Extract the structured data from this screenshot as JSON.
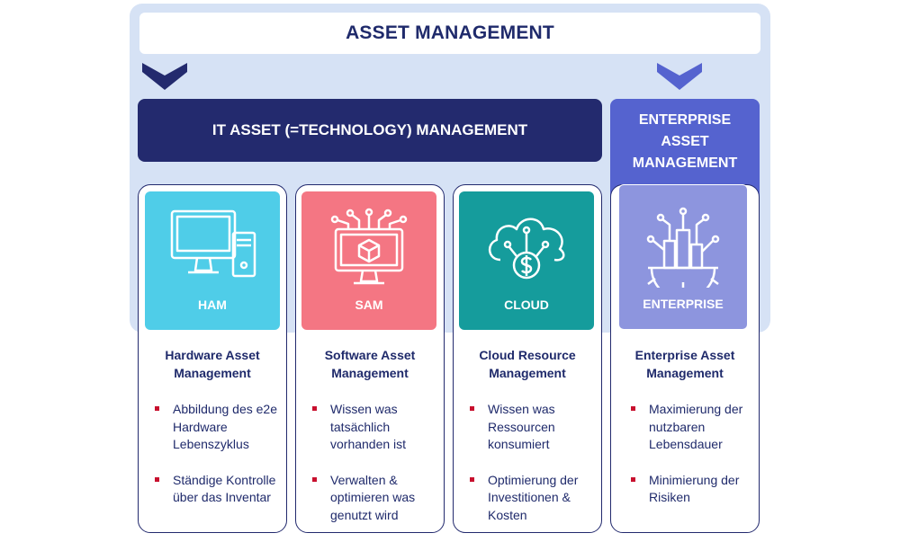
{
  "header": {
    "title": "ASSET MANAGEMENT"
  },
  "it_bar": {
    "label": "IT ASSET (=TECHNOLOGY) MANAGEMENT"
  },
  "enterprise_bar": {
    "lines": [
      "ENTERPRISE",
      "ASSET",
      "MANAGEMENT"
    ]
  },
  "colors": {
    "navy": "#232a6e",
    "light_panel": "#d6e2f5",
    "enterprise_blue": "#5563cf",
    "ham_tile": "#4fcde8",
    "sam_tile": "#f47683",
    "cloud_tile": "#159c9c",
    "enterprise_tile": "#8d95de",
    "bullet_red": "#c8102e"
  },
  "cards": [
    {
      "tile_label": "HAM",
      "icon": "computer-monitor-icon",
      "title_lines": [
        "Hardware Asset",
        "Management"
      ],
      "bullets": [
        "Abbildung des e2e Hardware Lebenszyklus",
        "Ständige Kontrolle über das Inventar"
      ]
    },
    {
      "tile_label": "SAM",
      "icon": "software-cube-icon",
      "title_lines": [
        "Software Asset",
        "Management"
      ],
      "bullets": [
        "Wissen was tatsächlich vorhanden ist",
        "Verwalten & optimieren was genutzt wird"
      ]
    },
    {
      "tile_label": "CLOUD",
      "icon": "cloud-dollar-icon",
      "title_lines": [
        "Cloud Resource",
        "Management"
      ],
      "bullets": [
        "Wissen was Ressourcen konsumiert",
        "Optimierung der Investitionen & Kosten"
      ]
    },
    {
      "tile_label": "ENTERPRISE",
      "icon": "building-gear-icon",
      "title_lines": [
        "Enterprise Asset",
        "Management"
      ],
      "bullets": [
        "Maximierung der nutzbaren Lebensdauer",
        "Minimierung der Risiken"
      ]
    }
  ]
}
